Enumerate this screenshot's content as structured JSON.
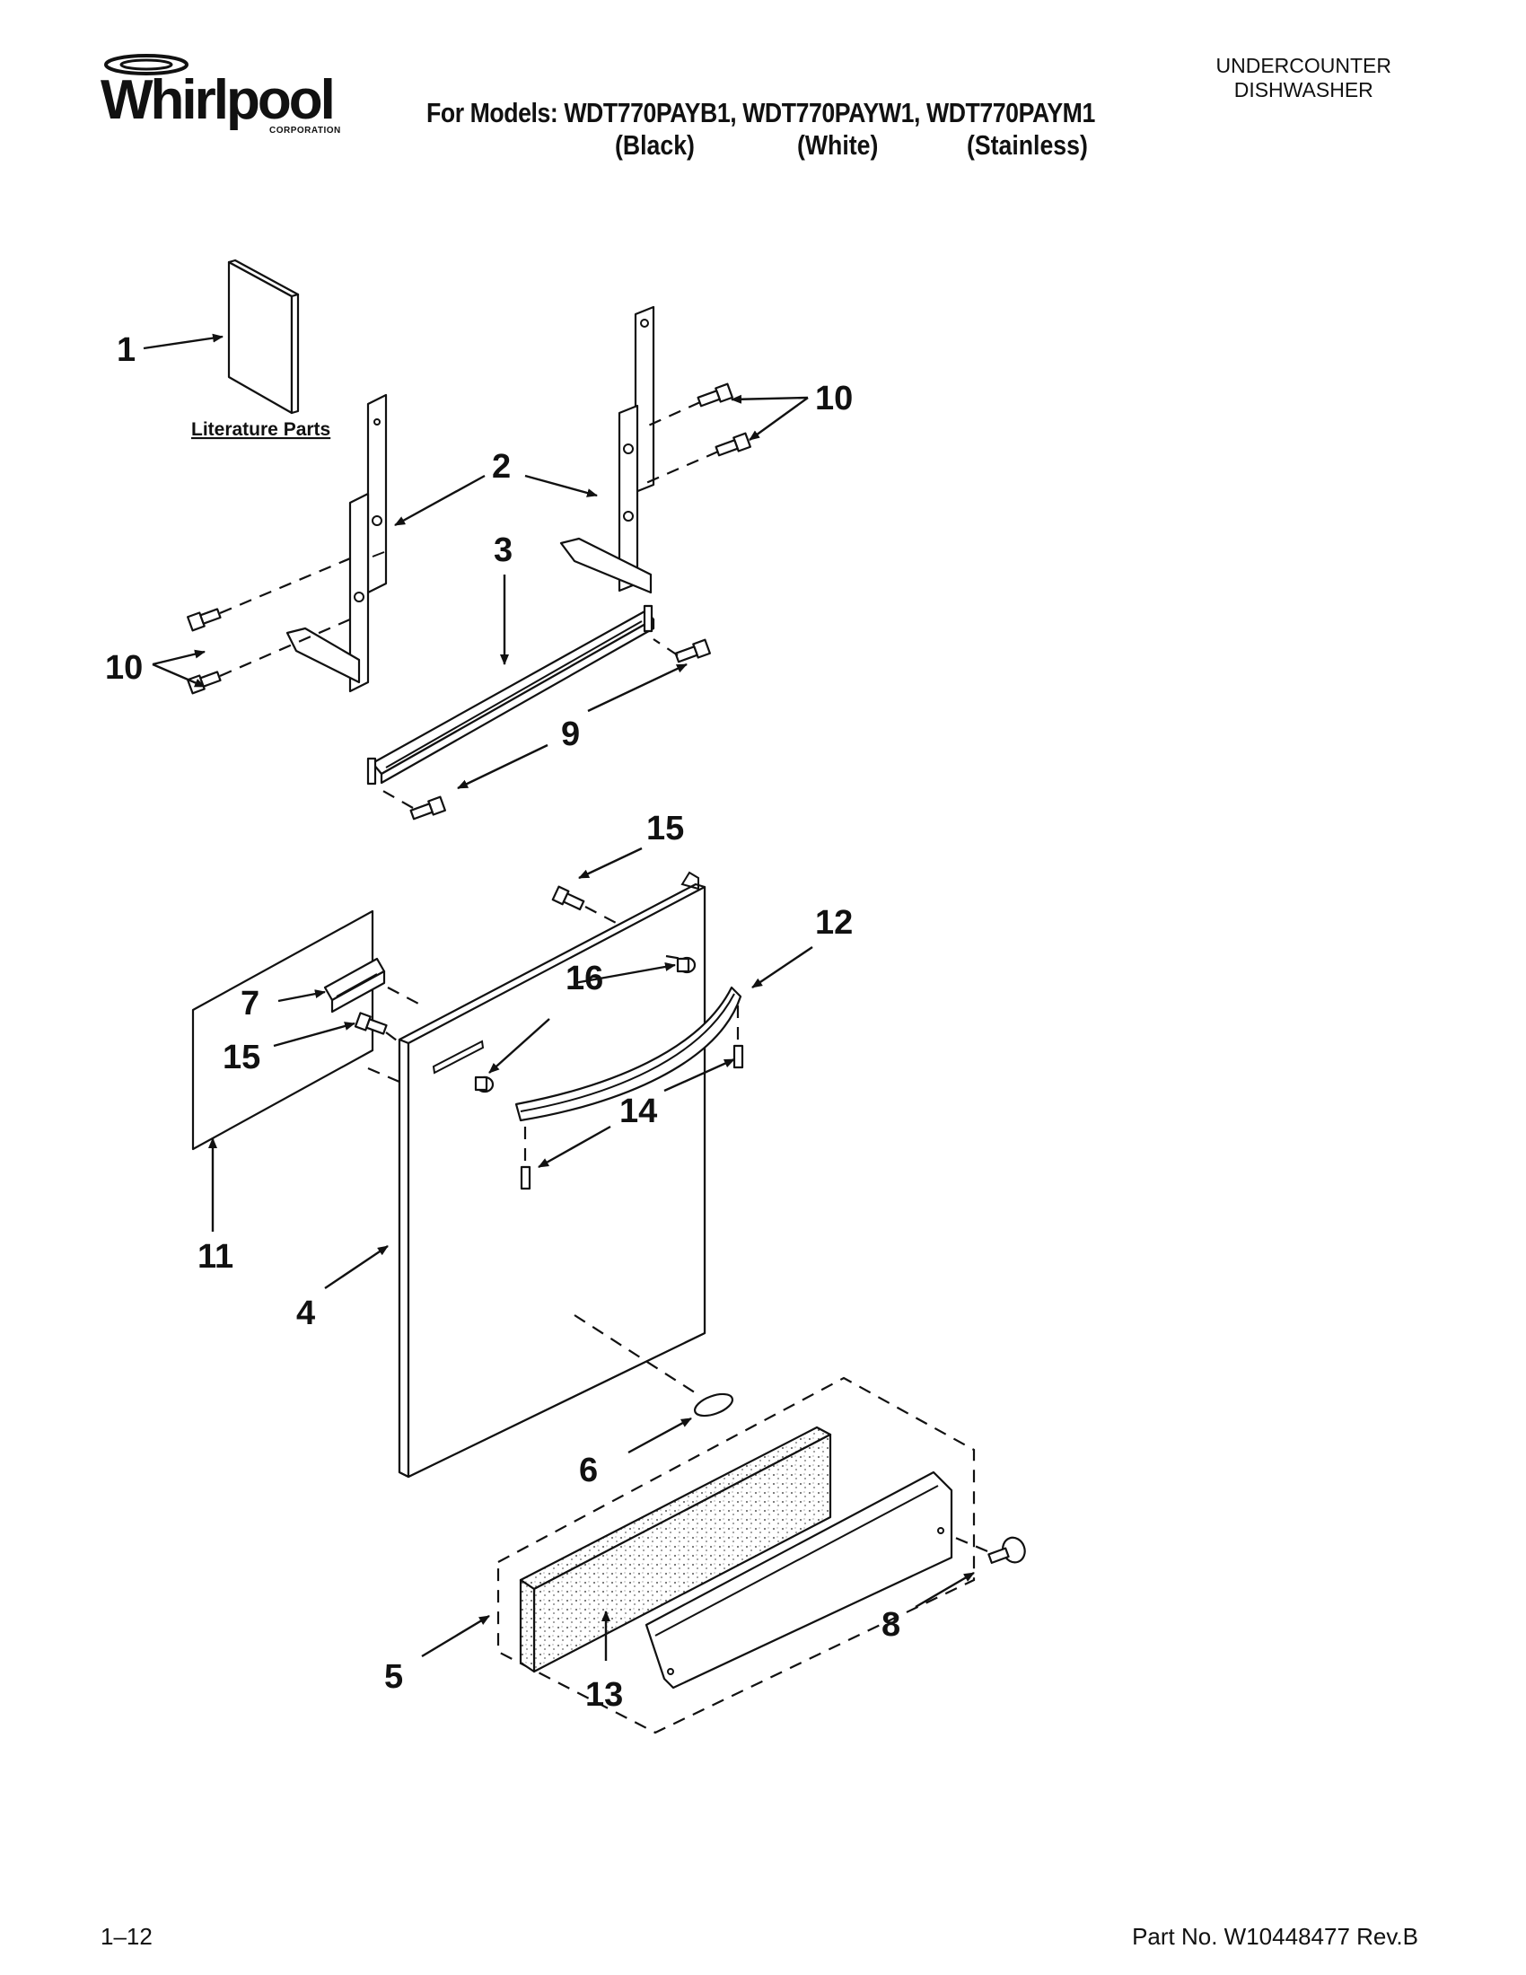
{
  "header": {
    "brand": "Whirlpool",
    "brand_sub": "CORPORATION",
    "models_line": "For Models: WDT770PAYB1, WDT770PAYW1, WDT770PAYM1",
    "variants": [
      "(Black)",
      "(White)",
      "(Stainless)"
    ],
    "category_line1": "UNDERCOUNTER",
    "category_line2": "DISHWASHER"
  },
  "diagram": {
    "literature_label": "Literature Parts",
    "callouts": [
      {
        "id": "c1",
        "label": "1"
      },
      {
        "id": "c2",
        "label": "2"
      },
      {
        "id": "c3",
        "label": "3"
      },
      {
        "id": "c4",
        "label": "4"
      },
      {
        "id": "c5",
        "label": "5"
      },
      {
        "id": "c6",
        "label": "6"
      },
      {
        "id": "c7",
        "label": "7"
      },
      {
        "id": "c8",
        "label": "8"
      },
      {
        "id": "c9",
        "label": "9"
      },
      {
        "id": "c10a",
        "label": "10"
      },
      {
        "id": "c10b",
        "label": "10"
      },
      {
        "id": "c11",
        "label": "11"
      },
      {
        "id": "c12",
        "label": "12"
      },
      {
        "id": "c13",
        "label": "13"
      },
      {
        "id": "c14",
        "label": "14"
      },
      {
        "id": "c15a",
        "label": "15"
      },
      {
        "id": "c15b",
        "label": "15"
      },
      {
        "id": "c16",
        "label": "16"
      }
    ]
  },
  "footer": {
    "page": "1–12",
    "part_no": "Part No. W10448477 Rev.B"
  }
}
